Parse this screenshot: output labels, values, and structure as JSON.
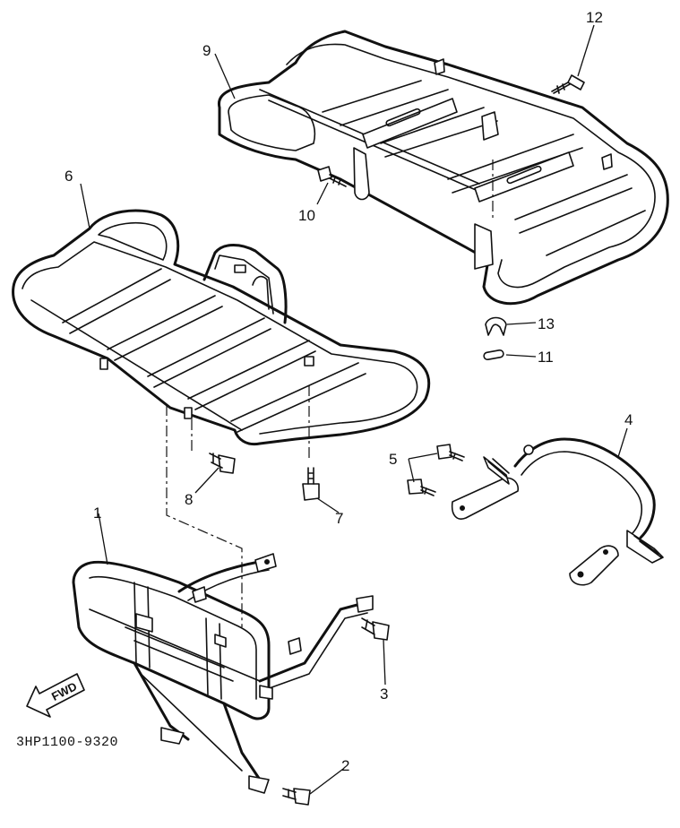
{
  "diagram": {
    "part_code": "3HP1100-9320",
    "forward_arrow_text": "FWD",
    "callouts": [
      "1",
      "2",
      "3",
      "4",
      "5",
      "6",
      "7",
      "8",
      "9",
      "10",
      "11",
      "12",
      "13"
    ]
  }
}
